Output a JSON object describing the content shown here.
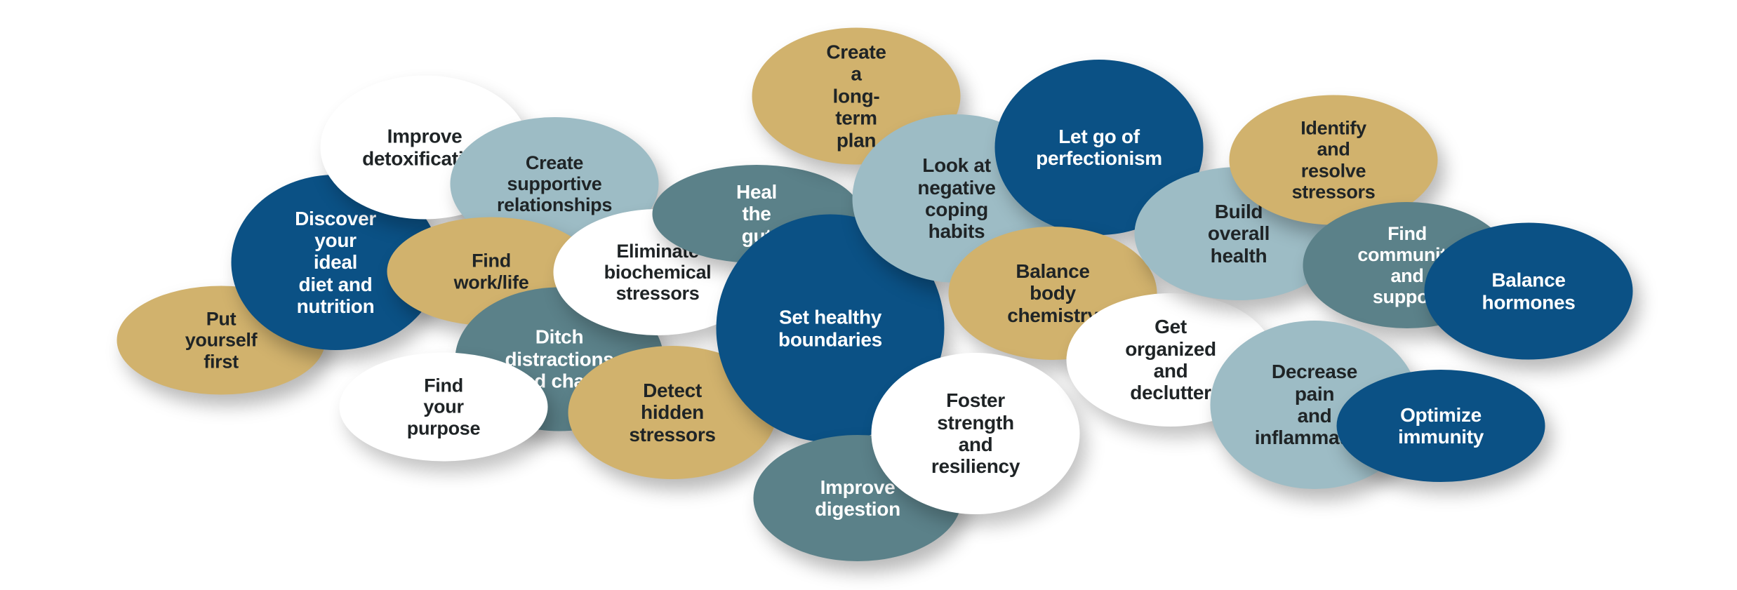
{
  "bubbles": [
    {
      "id": "put-yourself-first",
      "lines": [
        "Put",
        "yourself",
        "first"
      ],
      "color": "#d1b26d"
    },
    {
      "id": "discover-ideal-diet",
      "lines": [
        "Discover your",
        "ideal diet and",
        "nutrition"
      ],
      "color": "#0b5185"
    },
    {
      "id": "improve-detoxification",
      "lines": [
        "Improve",
        "detoxification"
      ],
      "color": "#ffffff"
    },
    {
      "id": "create-supportive-relationships",
      "lines": [
        "Create",
        "supportive",
        "relationships"
      ],
      "color": "#9dbcc5"
    },
    {
      "id": "find-work-life",
      "lines": [
        "Find",
        "work/life"
      ],
      "color": "#d1b26d"
    },
    {
      "id": "ditch-distractions",
      "lines": [
        "Ditch",
        "distractions",
        "and chaos"
      ],
      "color": "#5b8189"
    },
    {
      "id": "find-your-purpose",
      "lines": [
        "Find your",
        "purpose"
      ],
      "color": "#ffffff"
    },
    {
      "id": "eliminate-biochemical-stressors",
      "lines": [
        "Eliminate",
        "biochemical",
        "stressors"
      ],
      "color": "#ffffff"
    },
    {
      "id": "detect-hidden-stressors",
      "lines": [
        "Detect",
        "hidden",
        "stressors"
      ],
      "color": "#d1b26d"
    },
    {
      "id": "heal-the-gut",
      "lines": [
        "Heal",
        "the gut"
      ],
      "color": "#5b8189"
    },
    {
      "id": "set-healthy-boundaries",
      "lines": [
        "Set healthy",
        "boundaries"
      ],
      "color": "#0b5185"
    },
    {
      "id": "create-long-term-plan",
      "lines": [
        "Create a",
        "long-term",
        "plan"
      ],
      "color": "#d1b26d"
    },
    {
      "id": "look-at-negative-coping",
      "lines": [
        "Look at",
        "negative",
        "coping",
        "habits"
      ],
      "color": "#9dbcc5"
    },
    {
      "id": "let-go-of-perfectionism",
      "lines": [
        "Let go of",
        "perfectionism"
      ],
      "color": "#0b5185"
    },
    {
      "id": "balance-body-chemistry",
      "lines": [
        "Balance body",
        "chemistry"
      ],
      "color": "#d1b26d"
    },
    {
      "id": "improve-digestion",
      "lines": [
        "Improve",
        "digestion"
      ],
      "color": "#5b8189"
    },
    {
      "id": "foster-strength",
      "lines": [
        "Foster",
        "strength and",
        "resiliency"
      ],
      "color": "#ffffff"
    },
    {
      "id": "get-organized",
      "lines": [
        "Get",
        "organized and",
        "declutter"
      ],
      "color": "#ffffff"
    },
    {
      "id": "build-overall-health",
      "lines": [
        "Build",
        "overall",
        "health"
      ],
      "color": "#9dbcc5"
    },
    {
      "id": "identify-resolve-stressors",
      "lines": [
        "Identify and",
        "resolve",
        "stressors"
      ],
      "color": "#d1b26d"
    },
    {
      "id": "find-community",
      "lines": [
        "Find",
        "community",
        "and support"
      ],
      "color": "#5b8189"
    },
    {
      "id": "balance-hormones",
      "lines": [
        "Balance",
        "hormones"
      ],
      "color": "#0b5185"
    },
    {
      "id": "decrease-pain",
      "lines": [
        "Decrease pain",
        "and",
        "inflammation"
      ],
      "color": "#9dbcc5"
    },
    {
      "id": "optimize-immunity",
      "lines": [
        "Optimize",
        "immunity"
      ],
      "color": "#0b5185"
    }
  ]
}
